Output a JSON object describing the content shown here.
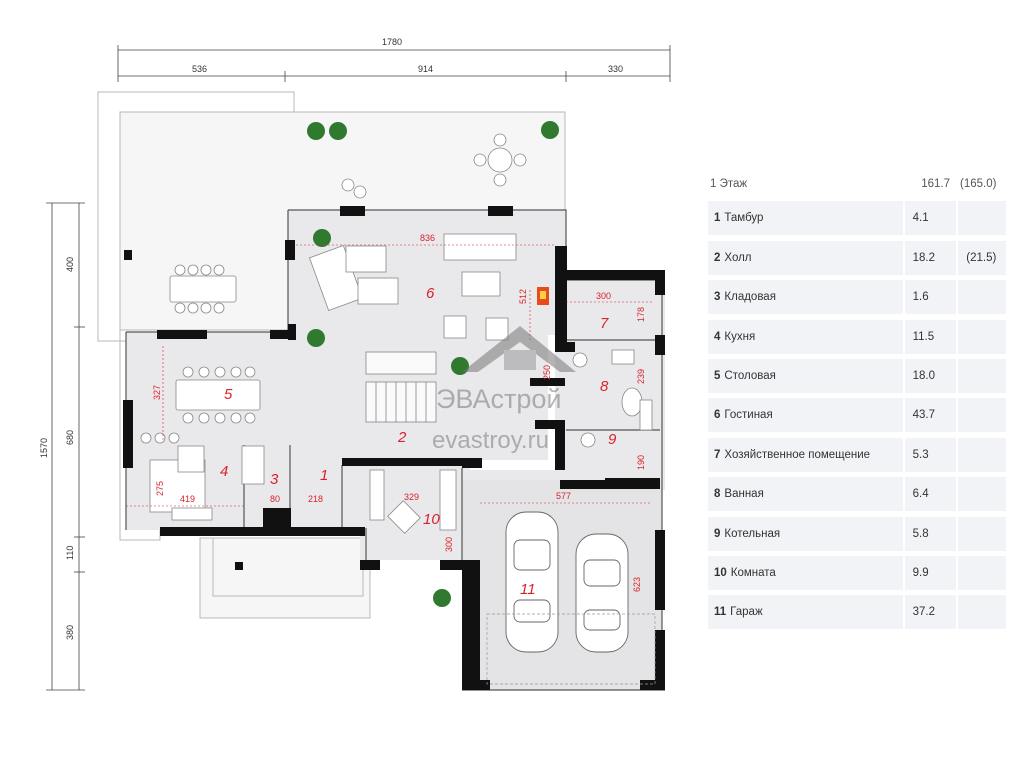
{
  "dimensions": {
    "top_total": "1780",
    "top_a": "536",
    "top_b": "914",
    "top_c": "330",
    "left_total": "1570",
    "left_a": "400",
    "left_b": "680",
    "left_c": "110",
    "left_d": "380"
  },
  "room_labels": [
    "1",
    "2",
    "3",
    "4",
    "5",
    "6",
    "7",
    "8",
    "9",
    "10",
    "11"
  ],
  "room_dims": {
    "d836": "836",
    "d300": "300",
    "d178": "178",
    "d512": "512",
    "d327": "327",
    "d250": "250",
    "d239": "239",
    "d190": "190",
    "d275": "275",
    "d419": "419",
    "d80": "80",
    "d218": "218",
    "d329": "329",
    "d577": "577",
    "d300b": "300",
    "d623": "623"
  },
  "watermark": {
    "brand": "ЭВАстрой",
    "site": "evastroy.ru"
  },
  "table": {
    "header": {
      "label": "1 Этаж",
      "area": "161.7",
      "total": "(165.0)"
    },
    "rows": [
      {
        "num": "1",
        "name": "Тамбур",
        "area": "4.1",
        "extra": ""
      },
      {
        "num": "2",
        "name": "Холл",
        "area": "18.2",
        "extra": "(21.5)"
      },
      {
        "num": "3",
        "name": "Кладовая",
        "area": "1.6",
        "extra": ""
      },
      {
        "num": "4",
        "name": "Кухня",
        "area": "11.5",
        "extra": ""
      },
      {
        "num": "5",
        "name": "Столовая",
        "area": "18.0",
        "extra": ""
      },
      {
        "num": "6",
        "name": "Гостиная",
        "area": "43.7",
        "extra": ""
      },
      {
        "num": "7",
        "name": "Хозяйственное помещение",
        "area": "5.3",
        "extra": ""
      },
      {
        "num": "8",
        "name": "Ванная",
        "area": "6.4",
        "extra": ""
      },
      {
        "num": "9",
        "name": "Котельная",
        "area": "5.8",
        "extra": ""
      },
      {
        "num": "10",
        "name": "Комната",
        "area": "9.9",
        "extra": ""
      },
      {
        "num": "11",
        "name": "Гараж",
        "area": "37.2",
        "extra": ""
      }
    ]
  }
}
